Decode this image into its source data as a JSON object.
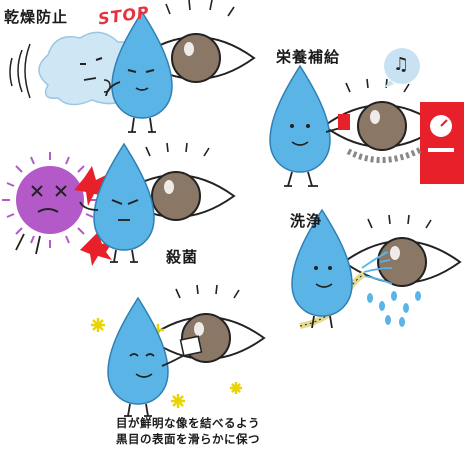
{
  "labels": {
    "dryness": "乾燥防止",
    "stop": "STOP",
    "nutrition": "栄養補給",
    "sterilize": "殺菌",
    "wash": "洗浄",
    "caption_line1": "目が鮮明な像を結べるよう",
    "caption_line2": "黒目の表面を滑らかに保つ"
  },
  "icons": {
    "music_note": "♫"
  },
  "colors": {
    "tear_blue": "#5ab4e6",
    "iris_brown": "#8a7766",
    "germ_purple": "#b45ac8",
    "wind_cloud": "#cfe6f5",
    "machine_red": "#e8202a",
    "stop_red": "#e8313b",
    "sparkle_yellow": "#e8d400",
    "hose_yellow": "#e7d98b"
  }
}
